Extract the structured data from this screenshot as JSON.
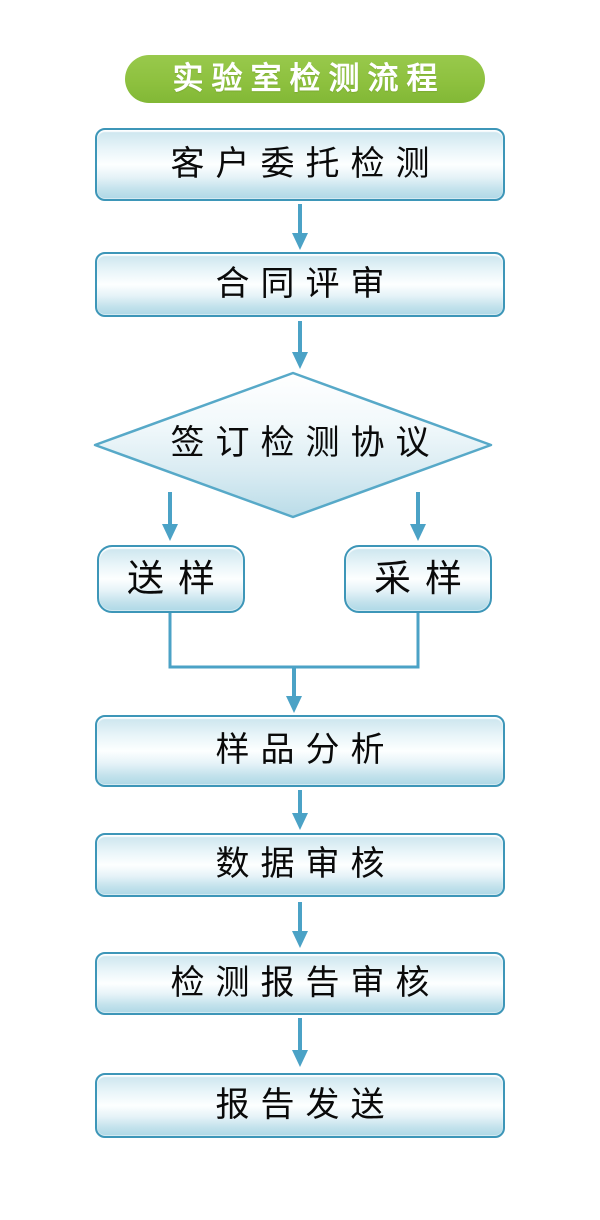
{
  "header": {
    "title": "实验室检测流程"
  },
  "flow": {
    "nodes": [
      {
        "label": "客户委托检测",
        "shape": "rounded-rect"
      },
      {
        "label": "合同评审",
        "shape": "rounded-rect"
      },
      {
        "label": "签订检测协议",
        "shape": "diamond"
      },
      {
        "label": "送样",
        "shape": "rounded-rect"
      },
      {
        "label": "采样",
        "shape": "rounded-rect"
      },
      {
        "label": "样品分析",
        "shape": "rounded-rect"
      },
      {
        "label": "数据审核",
        "shape": "rounded-rect"
      },
      {
        "label": "检测报告审核",
        "shape": "rounded-rect"
      },
      {
        "label": "报告发送",
        "shape": "rounded-rect"
      }
    ],
    "edges": [
      "客户委托检测 → 合同评审",
      "合同评审 → 签订检测协议",
      "签订检测协议 → 送样",
      "签订检测协议 → 采样",
      "送样 → 样品分析",
      "采样 → 样品分析",
      "样品分析 → 数据审核",
      "数据审核 → 检测报告审核",
      "检测报告审核 → 报告发送"
    ]
  },
  "colors": {
    "header_bg": "#8ec13f",
    "header_text": "#ffffff",
    "box_border": "#3d96b8",
    "box_fill_light": "#fdffff",
    "box_fill_blue": "#aed8e6",
    "diamond_border": "#57a9c8",
    "arrow": "#4ba2c6",
    "node_text": "#0a0a0a",
    "background": "#ffffff"
  }
}
